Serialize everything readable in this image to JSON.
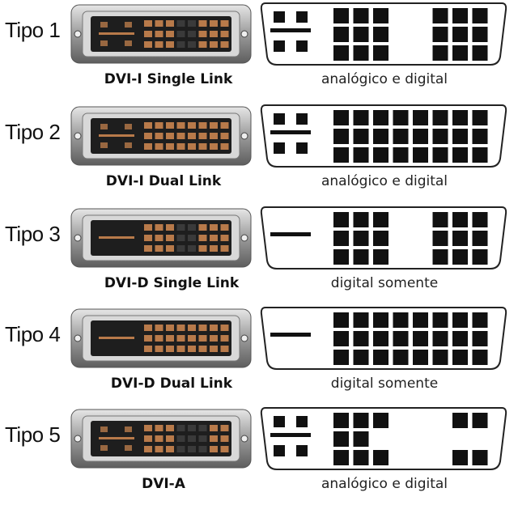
{
  "types": [
    {
      "label": "Tipo 1",
      "name": "DVI-I Single Link",
      "signal": "analógico e digital",
      "analog": true,
      "analog_pins": true,
      "digital_cols": 6,
      "middle_empty": true
    },
    {
      "label": "Tipo 2",
      "name": "DVI-I Dual Link",
      "signal": "analógico e digital",
      "analog": true,
      "analog_pins": true,
      "digital_cols": 8,
      "middle_empty": false
    },
    {
      "label": "Tipo 3",
      "name": "DVI-D Single Link",
      "signal": "digital somente",
      "analog": true,
      "analog_pins": false,
      "digital_cols": 6,
      "middle_empty": true
    },
    {
      "label": "Tipo 4",
      "name": "DVI-D Dual Link",
      "signal": "digital somente",
      "analog": true,
      "analog_pins": false,
      "digital_cols": 8,
      "middle_empty": false
    },
    {
      "label": "Tipo 5",
      "name": "DVI-A",
      "signal": "analógico e digital",
      "analog": true,
      "analog_pins": true,
      "digital_cols": 5,
      "middle_empty": true,
      "dvia": true
    }
  ],
  "colors": {
    "pin": "#111111",
    "metal": "#9a9a9a",
    "copper": "#b87a4a",
    "outline": "#222222"
  }
}
